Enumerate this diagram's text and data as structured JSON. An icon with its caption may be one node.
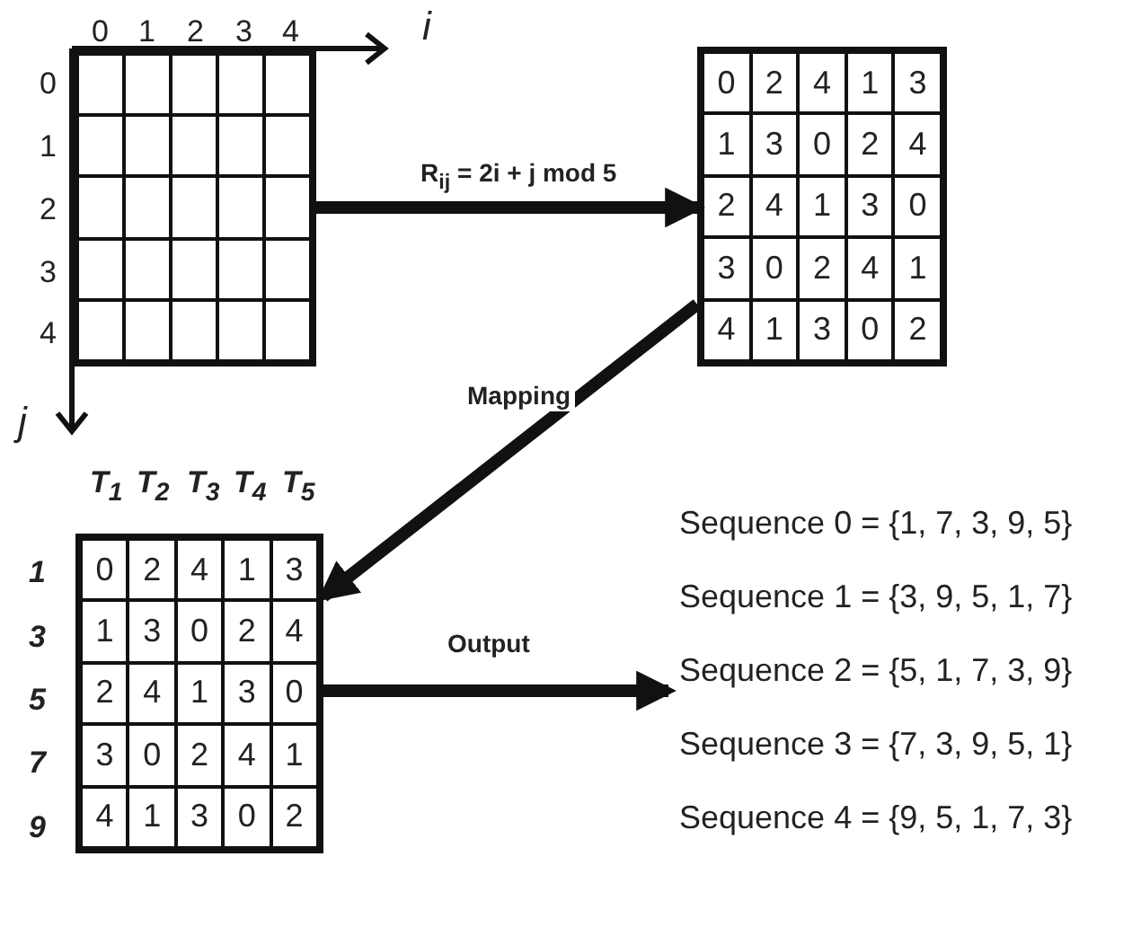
{
  "diagram": {
    "nodes": [
      {
        "text": [],
        "shape": "grid",
        "beside": [
          "0",
          "1",
          "2",
          "3",
          "4",
          "0",
          "1",
          "2",
          "3",
          "4"
        ]
      },
      {
        "text": [
          "0",
          "2",
          "4",
          "1",
          "3",
          "1",
          "3",
          "0",
          "2",
          "4",
          "2",
          "4",
          "1",
          "3",
          "0",
          "3",
          "0",
          "2",
          "4",
          "1",
          "4",
          "1",
          "3",
          "0",
          "2"
        ]
      },
      {
        "text": [
          "0",
          "2",
          "4",
          "1",
          "3",
          "1",
          "3",
          "0",
          "2",
          "4",
          "2",
          "4",
          "1",
          "3",
          "0",
          "3",
          "0",
          "2",
          "4",
          "1",
          "4",
          "1",
          "3",
          "0",
          "2"
        ],
        "beside": [
          "T$_{1}$",
          "T$_{2}$",
          "T$_{3}$",
          "T$_{4}$",
          "T$_{5}$",
          "1",
          "3",
          "5",
          "7",
          "9"
        ]
      },
      {
        "text": [
          "Sequence 0 = {1, 7, 3, 9, 5}",
          "Sequence 1 = {3, 9, 5, 1, 7}",
          "Sequence 2 = {5, 1, 7, 3, 9}",
          "Sequence 3 = {7, 3, 9, 5, 1}",
          "Sequence 4 = {9, 5, 1, 7, 3}"
        ]
      }
    ],
    "edges": [
      {
        "from": 0,
        "to": 1,
        "arrow": "to",
        "label": "R$_{ij}$ = 2i + j mod 5"
      },
      {
        "from": 1,
        "to": 2,
        "arrow": "to",
        "label": "Mapping"
      },
      {
        "from": 2,
        "to": 3,
        "arrow": "to",
        "label": "Output"
      }
    ],
    "labels": [
      "i",
      "j"
    ]
  }
}
